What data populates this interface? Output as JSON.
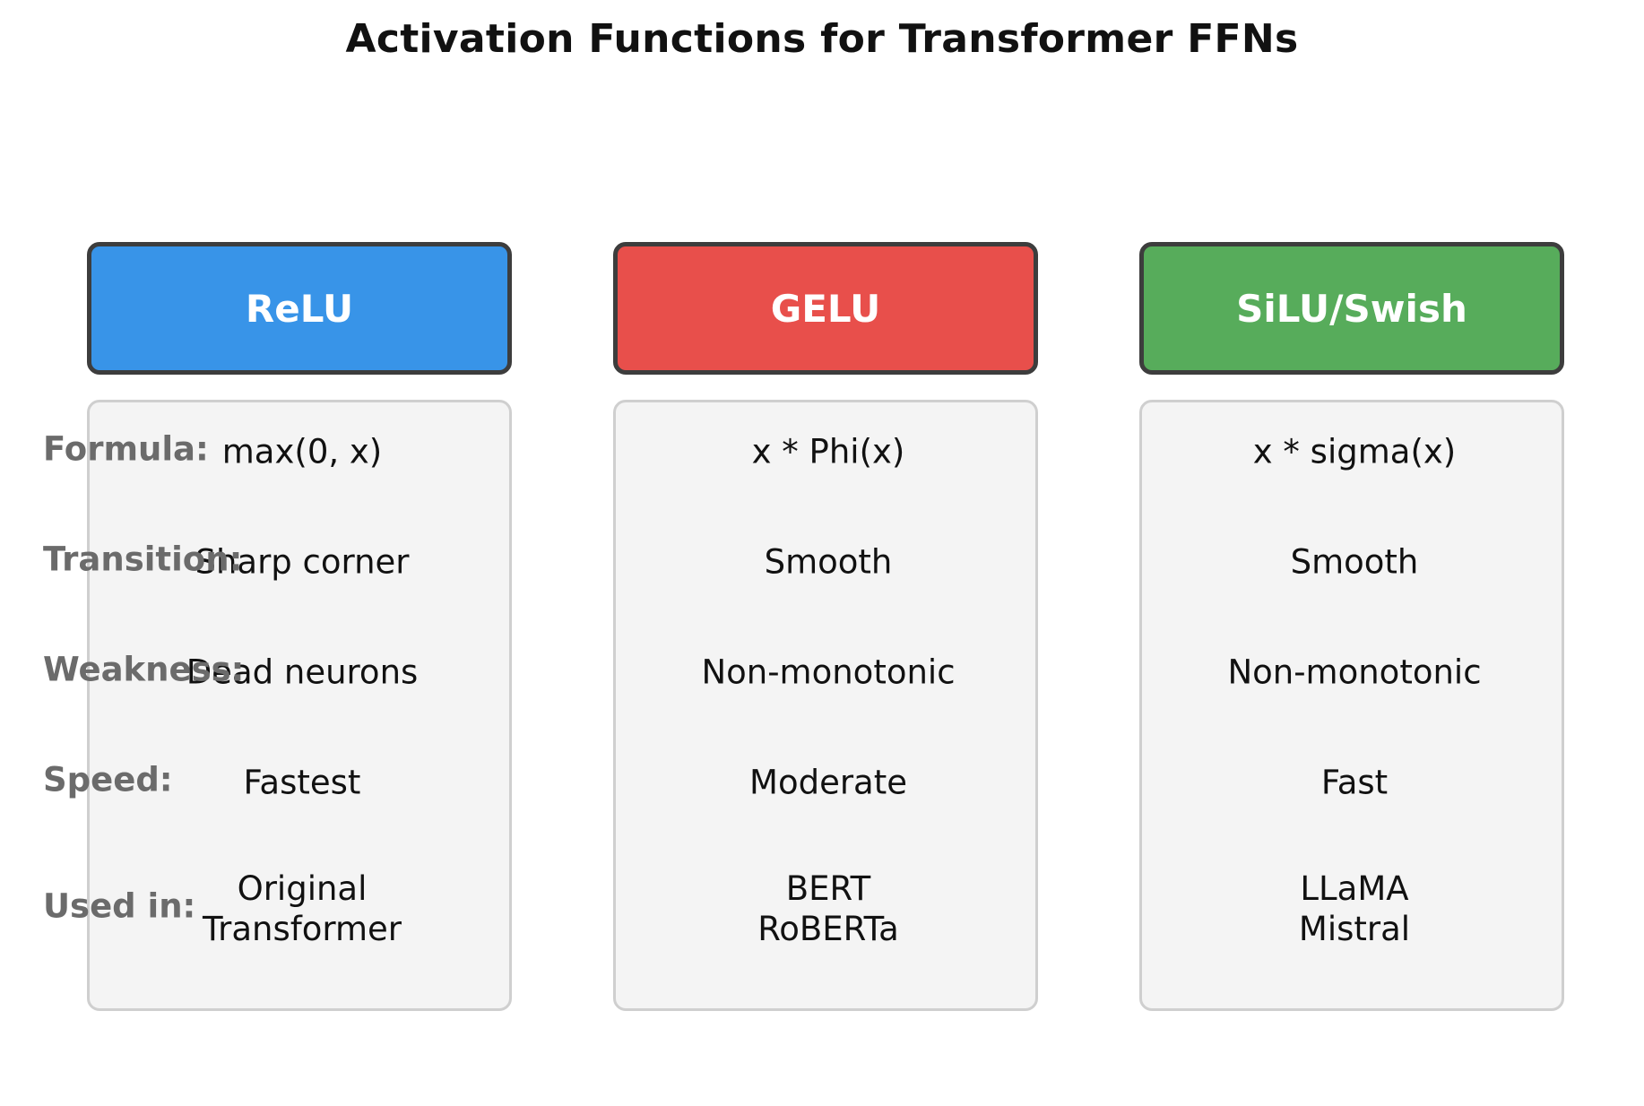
{
  "title": "Activation Functions for Transformer FFNs",
  "row_labels": {
    "formula": "Formula:",
    "transition": "Transition:",
    "weakness": "Weakness:",
    "speed": "Speed:",
    "used_in": "Used in:"
  },
  "columns": [
    {
      "name": "ReLU",
      "color": "#3894e8",
      "formula": "max(0, x)",
      "transition": "Sharp corner",
      "weakness": "Dead neurons",
      "speed": "Fastest",
      "used_in": [
        "Original",
        "Transformer"
      ]
    },
    {
      "name": "GELU",
      "color": "#e84f4b",
      "formula": "x * Phi(x)",
      "transition": "Smooth",
      "weakness": "Non-monotonic",
      "speed": "Moderate",
      "used_in": [
        "BERT",
        "RoBERTa"
      ]
    },
    {
      "name": "SiLU/Swish",
      "color": "#57ac5b",
      "formula": "x * sigma(x)",
      "transition": "Smooth",
      "weakness": "Non-monotonic",
      "speed": "Fast",
      "used_in": [
        "LLaMA",
        "Mistral"
      ]
    }
  ]
}
